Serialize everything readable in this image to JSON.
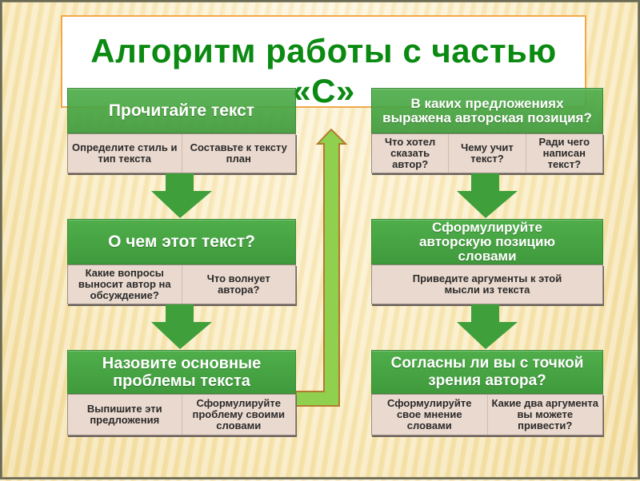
{
  "title": "Алгоритм работы с частью «С»",
  "colors": {
    "title_green": "#0b8a12",
    "header_green": "#45a342",
    "cell_bg": "#ead9ce",
    "arrow_light_green": "#8fd14f",
    "arrow_outline": "#b27a2a",
    "title_border": "#f0a84a"
  },
  "left_column": [
    {
      "header": "Прочитайте текст",
      "cells": [
        "Определите стиль и тип текста",
        "Составьте к тексту план"
      ]
    },
    {
      "header": "О чем этот текст?",
      "cells": [
        "Какие вопросы выносит автор на обсуждение?",
        "Что волнует автора?"
      ]
    },
    {
      "header": "Назовите основные проблемы текста",
      "cells": [
        "Выпишите эти предложения",
        "Сформулируйте проблему своими словами"
      ]
    }
  ],
  "right_column": [
    {
      "header": "В каких предложениях выражена авторская позиция?",
      "cells": [
        "Что хотел сказать автор?",
        "Чему учит текст?",
        "Ради чего написан текст?"
      ]
    },
    {
      "header": "Сформулируйте авторскую позицию словами",
      "cells": [
        "Приведите аргументы к этой мысли из текста"
      ]
    },
    {
      "header": "Согласны ли вы с точкой зрения автора?",
      "cells": [
        "Сформулируйте свое мнение словами",
        "Какие два аргумента вы можете привести?"
      ]
    }
  ],
  "connectors": {
    "down_arrows": 4,
    "up_arrow": "from bottom-left box to top-right box"
  }
}
